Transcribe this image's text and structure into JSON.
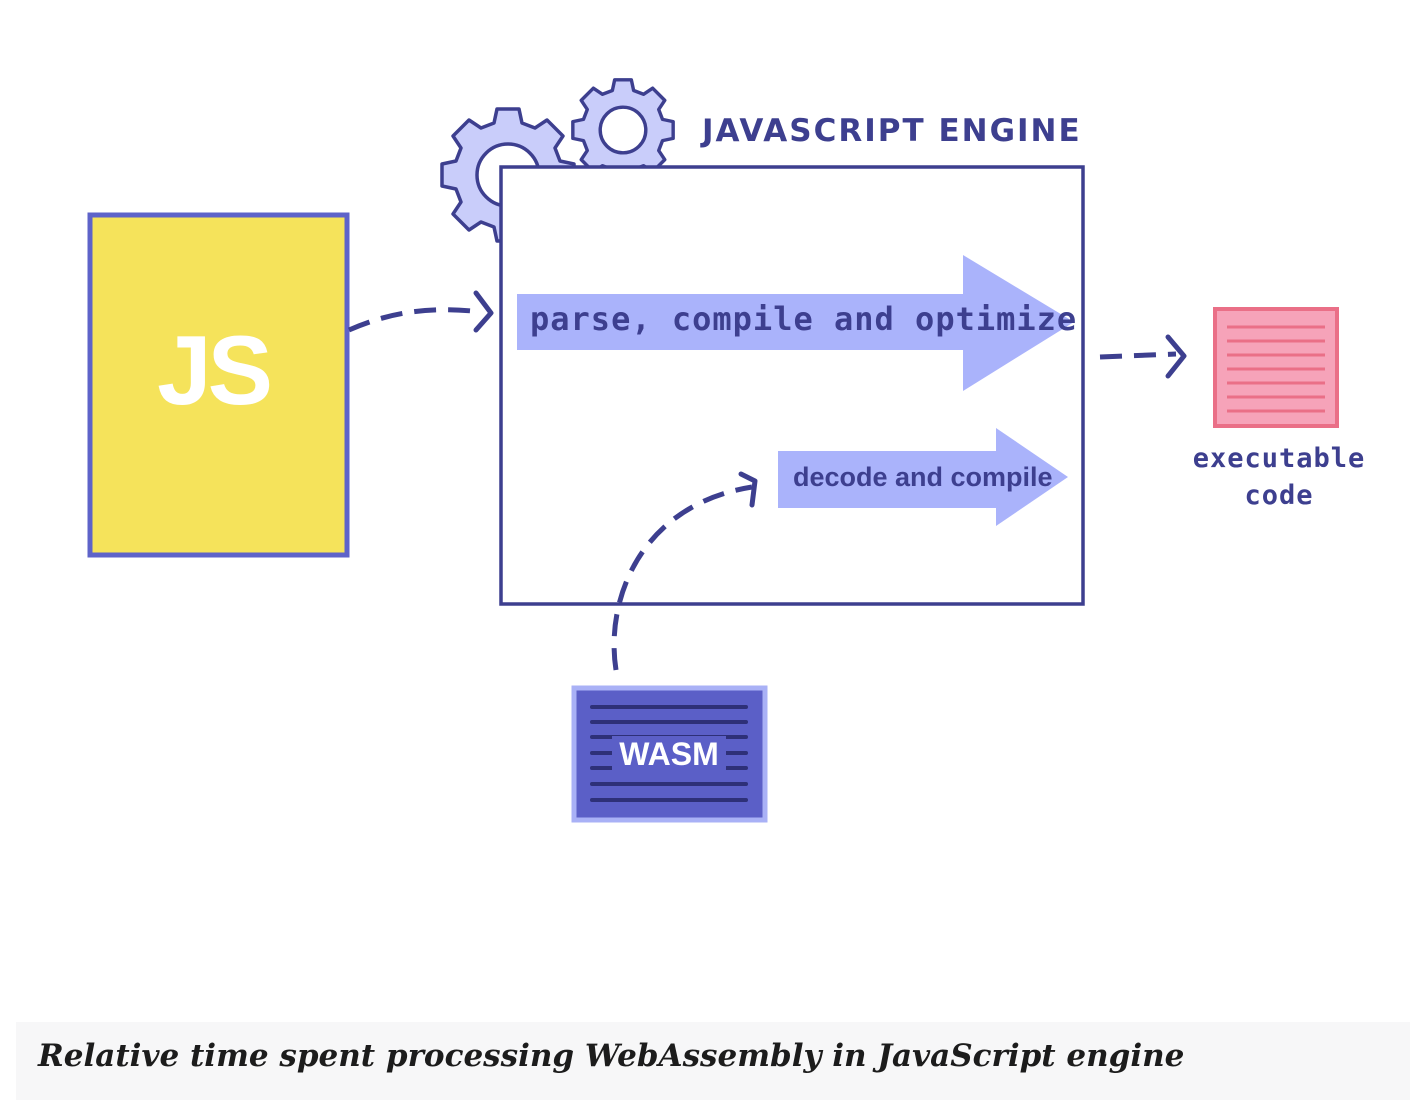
{
  "engine": {
    "title": "JAVASCRIPT ENGINE"
  },
  "js_file": {
    "label": "JS"
  },
  "wasm_file": {
    "label": "WASM"
  },
  "arrows": {
    "parse": "parse, compile and optimize",
    "decode": "decode and compile"
  },
  "output": {
    "label_line1": "executable",
    "label_line2": "code"
  },
  "caption": "Relative time spent processing WebAssembly in JavaScript engine",
  "colors": {
    "navy": "#3d3f8f",
    "gear_fill": "#c9cdfa",
    "arrow_fill": "#aab3fb",
    "js_yellow": "#f5e35b",
    "js_border": "#5e63c9",
    "wasm_fill": "#5b5fc7",
    "wasm_border": "#a9b1f6",
    "exec_fill": "#f6a3b9",
    "exec_border": "#ea6f87"
  }
}
